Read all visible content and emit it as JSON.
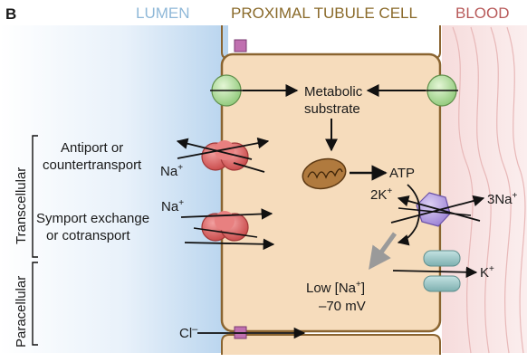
{
  "panel_letter": "B",
  "headers": {
    "lumen": "LUMEN",
    "cell": "PROXIMAL TUBULE CELL",
    "blood": "BLOOD"
  },
  "side_labels": {
    "transcellular": "Transcellular",
    "paracellular": "Paracellular"
  },
  "transport_labels": {
    "antiport_line1": "Antiport or",
    "antiport_line2": "countertransport",
    "symport_line1": "Symport exchange",
    "symport_line2": "or cotransport"
  },
  "ion_labels": {
    "na_antiport": "Na",
    "na_symport": "Na",
    "na_plus": "+",
    "atp": "ATP",
    "two_k": "2K",
    "three_na": "3Na",
    "k_out": "K",
    "cl": "Cl",
    "cl_minus": "–"
  },
  "cell_labels": {
    "metabolic_line1": "Metabolic",
    "metabolic_line2": "substrate",
    "low_na_prefix": "Low [Na",
    "low_na_suffix": "]",
    "membrane_potential": "–70 mV"
  },
  "colors": {
    "lumen_header": "#8fb8d8",
    "cell_header": "#8a6a2a",
    "blood_header": "#b85a5a",
    "cell_fill": "#f6dcbc",
    "cell_border": "#8a6430",
    "transporter_red": "#d86060",
    "carrier_green": "#b8e0a0",
    "pump_purple": "#b8a0e0",
    "channel_teal": "#9cc8c8",
    "junction_pink": "#c070b0",
    "arrow_gray": "#9a9a9a"
  }
}
